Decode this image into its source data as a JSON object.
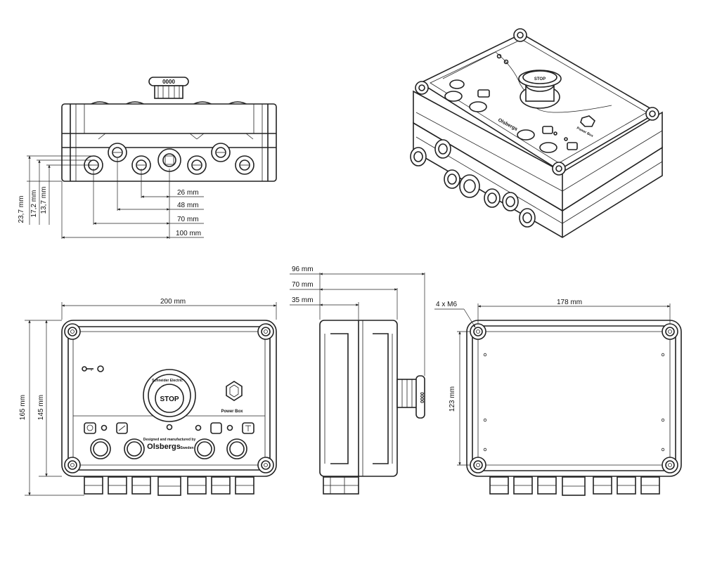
{
  "dimensions": {
    "front_view": {
      "width": "200 mm",
      "height": "165 mm",
      "inner_height": "145 mm"
    },
    "side_view": {
      "depth_total": "96 mm",
      "depth_70": "70 mm",
      "depth_35": "35 mm"
    },
    "back_view": {
      "hole_spacing_w": "178 mm",
      "hole_spacing_h": "123 mm",
      "holes": "4 x M6"
    },
    "top_view": {
      "h1": "23,7 mm",
      "h2": "17,2 mm",
      "h3": "13,7 mm",
      "d1": "26 mm",
      "d2": "48 mm",
      "d3": "70 mm",
      "d4": "100 mm"
    }
  },
  "labels": {
    "brand": "Olsbergs",
    "designed_by": "Designed and manufactured by",
    "country": "Sweden",
    "stop": "STOP",
    "product": "Power Box",
    "stop_maker": "Schneider Electric"
  }
}
